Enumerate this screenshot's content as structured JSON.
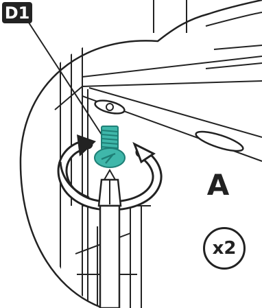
{
  "part_id": "D1",
  "assembly_label": "A",
  "quantity": "x2",
  "colors": {
    "ink": "#222222",
    "screw_fill": "#3fb7aa",
    "screw_dark": "#1e7f76",
    "background": "#ffffff"
  },
  "icons": [
    "screw-icon",
    "screwdriver-icon",
    "rotate-clockwise-arrow-icon"
  ]
}
